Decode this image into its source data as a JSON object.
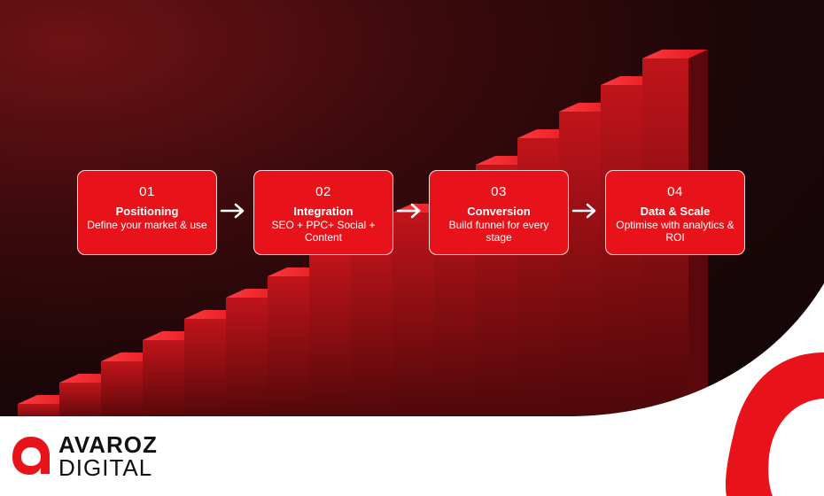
{
  "steps": [
    {
      "number": "01",
      "title": "Positioning",
      "description": "Define your market & use"
    },
    {
      "number": "02",
      "title": "Integration",
      "description": "SEO + PPC+ Social + Content"
    },
    {
      "number": "03",
      "title": "Conversion",
      "description": "Build funnel for every stage"
    },
    {
      "number": "04",
      "title": "Data & Scale",
      "description": "Optimise with analytics & ROI"
    }
  ],
  "brand": {
    "line1": "AVAROZ",
    "line2": "DIGITAL",
    "accent_color": "#e8131a"
  },
  "background_color": "#1a0608"
}
